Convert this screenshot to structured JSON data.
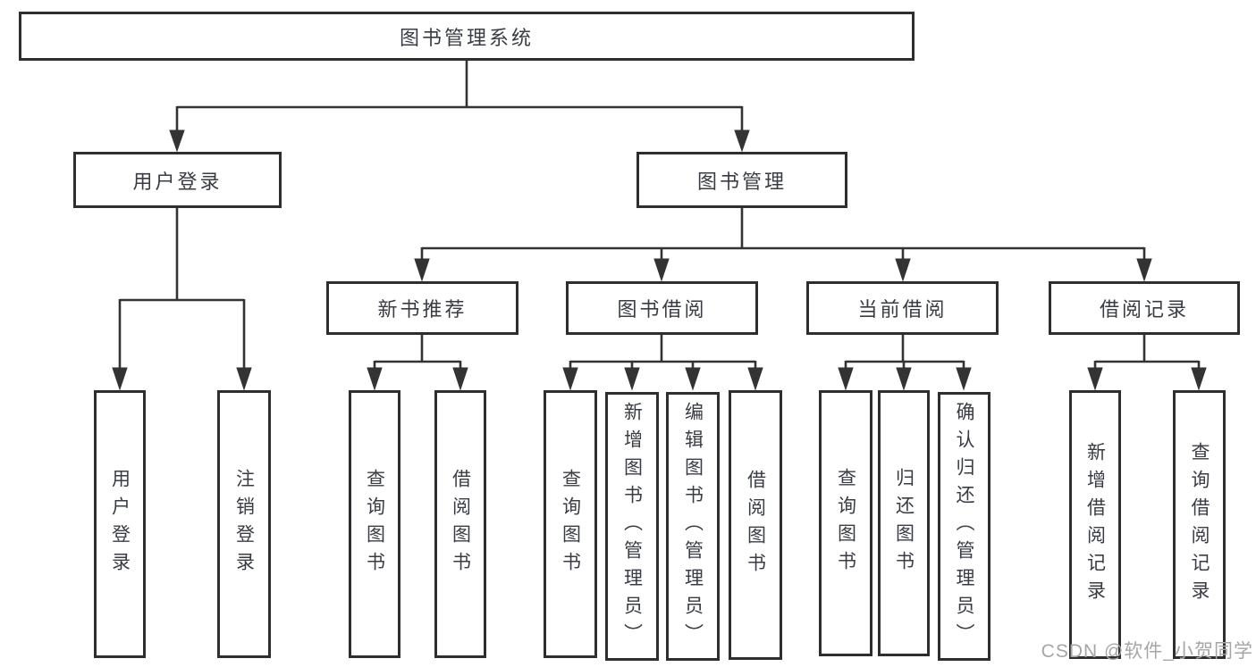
{
  "diagram": {
    "type": "hierarchy-tree",
    "orientation": "top-down",
    "tree": {
      "label": "图书管理系统",
      "children": [
        {
          "label": "用户登录",
          "children": [
            {
              "label": "用户登录"
            },
            {
              "label": "注销登录"
            }
          ]
        },
        {
          "label": "图书管理",
          "children": [
            {
              "label": "新书推荐",
              "children": [
                {
                  "label": "查询图书"
                },
                {
                  "label": "借阅图书"
                }
              ]
            },
            {
              "label": "图书借阅",
              "children": [
                {
                  "label": "查询图书"
                },
                {
                  "label": "新增图书（管理员）"
                },
                {
                  "label": "编辑图书（管理员）"
                },
                {
                  "label": "借阅图书"
                }
              ]
            },
            {
              "label": "当前借阅",
              "children": [
                {
                  "label": "查询图书"
                },
                {
                  "label": "归还图书"
                },
                {
                  "label": "确认归还（管理员）"
                }
              ]
            },
            {
              "label": "借阅记录",
              "children": [
                {
                  "label": "新增借阅记录"
                },
                {
                  "label": "查询借阅记录"
                }
              ]
            }
          ]
        }
      ]
    },
    "colors": {
      "background": "#ffffff",
      "box_border": "#2e2e2e",
      "connector_line": "#333333",
      "text": "#393c42",
      "watermark_text": "#a6a6a6"
    }
  },
  "watermark": {
    "text": "CSDN @软件_小贺同学"
  }
}
